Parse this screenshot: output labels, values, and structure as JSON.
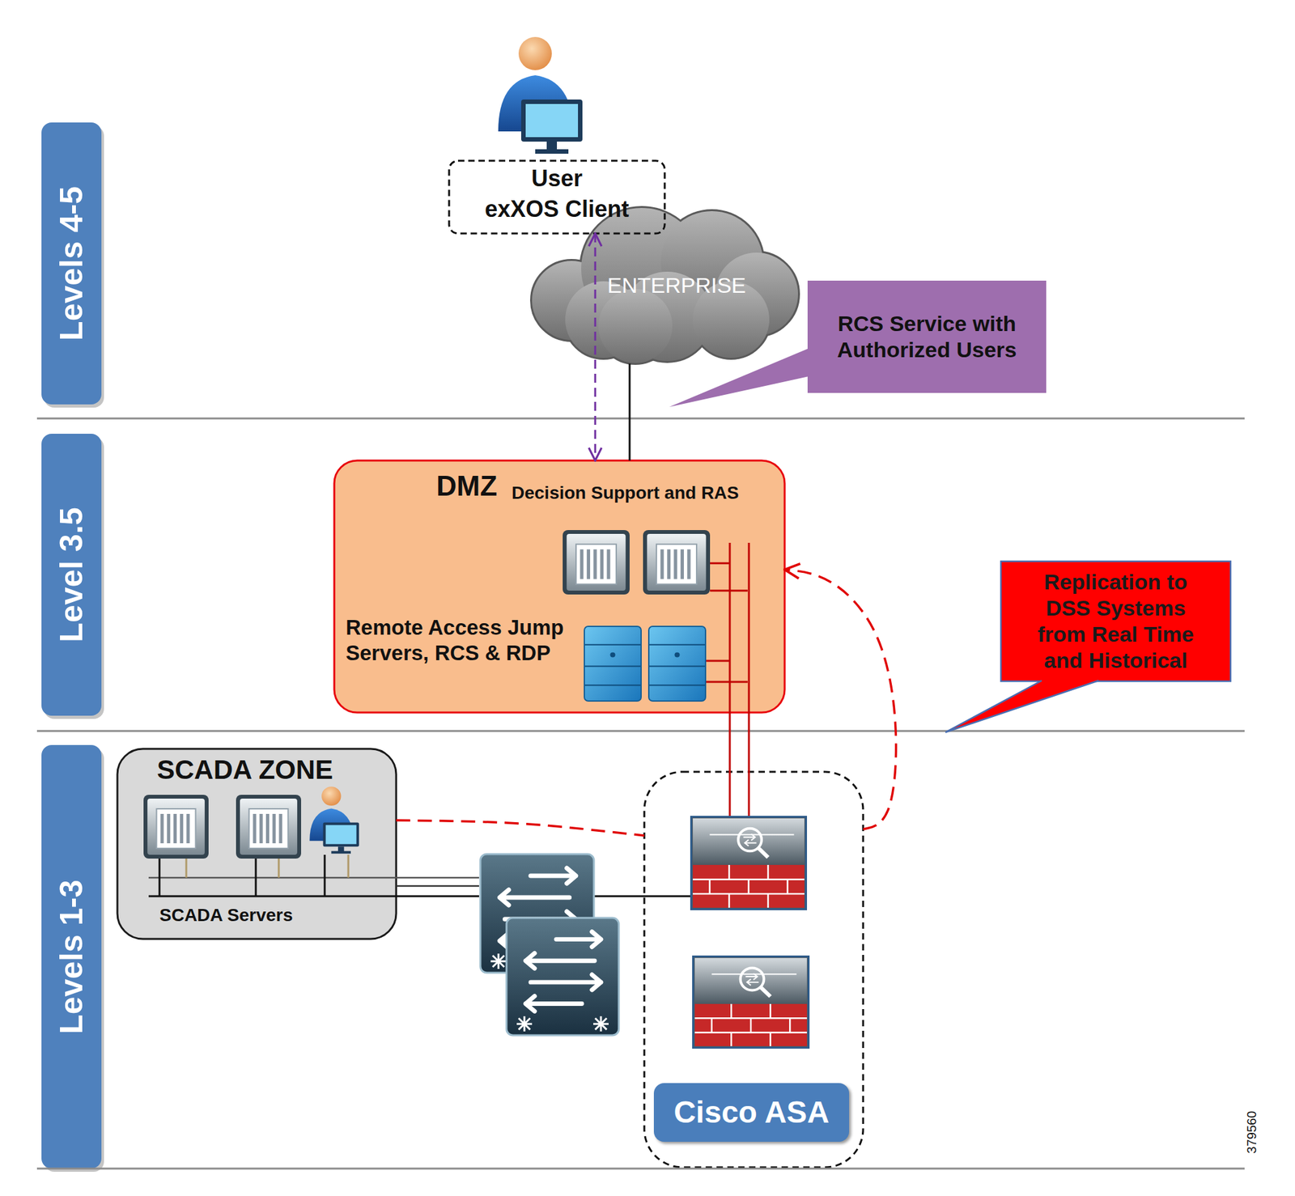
{
  "diagram": {
    "nodes": [
      {
        "text": [
          "Levels 4-5"
        ]
      },
      {
        "text": [
          "User",
          "exXOS Client"
        ]
      },
      {
        "text": [
          "ENTERPRISE"
        ]
      },
      {
        "text": [
          "RCS Service with Authorized Users"
        ]
      },
      {
        "text": [
          "Level 3.5"
        ]
      },
      {
        "text": [
          "DMZ",
          "Decision Support and RAS",
          "Remote Access Jump Servers, RCS & RDP"
        ]
      },
      {
        "text": [
          "Replication to DSS Systems from Real Time and Historical"
        ]
      },
      {
        "text": [
          "Levels 1-3"
        ]
      },
      {
        "text": [
          "SCADA ZONE",
          "SCADA Servers"
        ]
      },
      {
        "text": [
          "Cisco ASA"
        ]
      }
    ],
    "edges": [
      {
        "from": 1,
        "to": 5,
        "arrow": "both"
      },
      {
        "from": 2,
        "to": 5,
        "arrow": "none"
      },
      {
        "from": 8,
        "to": 9,
        "arrow": "none"
      },
      {
        "from": 9,
        "to": 5,
        "arrow": "to"
      }
    ],
    "labels": [
      "379560"
    ]
  }
}
